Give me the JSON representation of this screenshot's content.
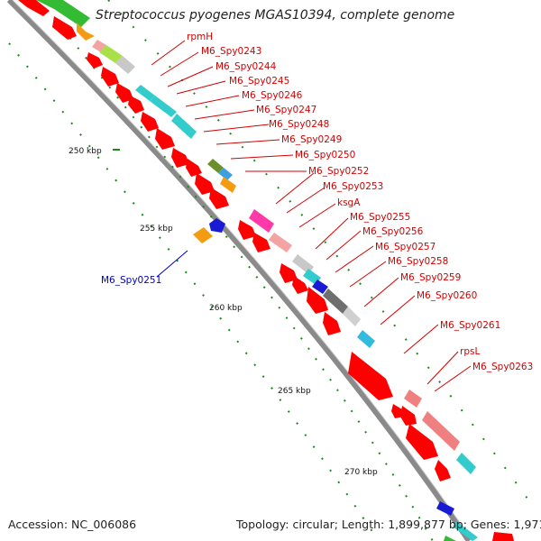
{
  "header": {
    "title": "Streptococcus pyogenes MGAS10394, complete genome"
  },
  "footer": {
    "accession": "Accession: NC_006086",
    "summary": "Topology: circular; Length: 1,899,877 bp; Genes: 1,971"
  },
  "scale": {
    "ticks": [
      "250 kbp",
      "255 kbp",
      "260 kbp",
      "265 kbp",
      "270 kbp"
    ]
  },
  "genes_outer_labels": [
    "rpmH",
    "M6_Spy0243",
    "M6_Spy0244",
    "M6_Spy0245",
    "M6_Spy0246",
    "M6_Spy0247",
    "M6_Spy0248",
    "M6_Spy0249",
    "M6_Spy0250",
    "M6_Spy0252",
    "M6_Spy0253",
    "ksgA",
    "M6_Spy0255",
    "M6_Spy0256",
    "M6_Spy0257",
    "M6_Spy0258",
    "M6_Spy0259",
    "M6_Spy0260",
    "M6_Spy0261",
    "rpsL",
    "M6_Spy0263"
  ],
  "genes_inner_labels": [
    "M6_Spy0251"
  ],
  "colors": {
    "gene_red": "#ff0000",
    "label_red": "#d40000",
    "label_blue": "#0000c8",
    "backbone": "#8a8a8a",
    "gc_green": "#1a8a1a"
  }
}
